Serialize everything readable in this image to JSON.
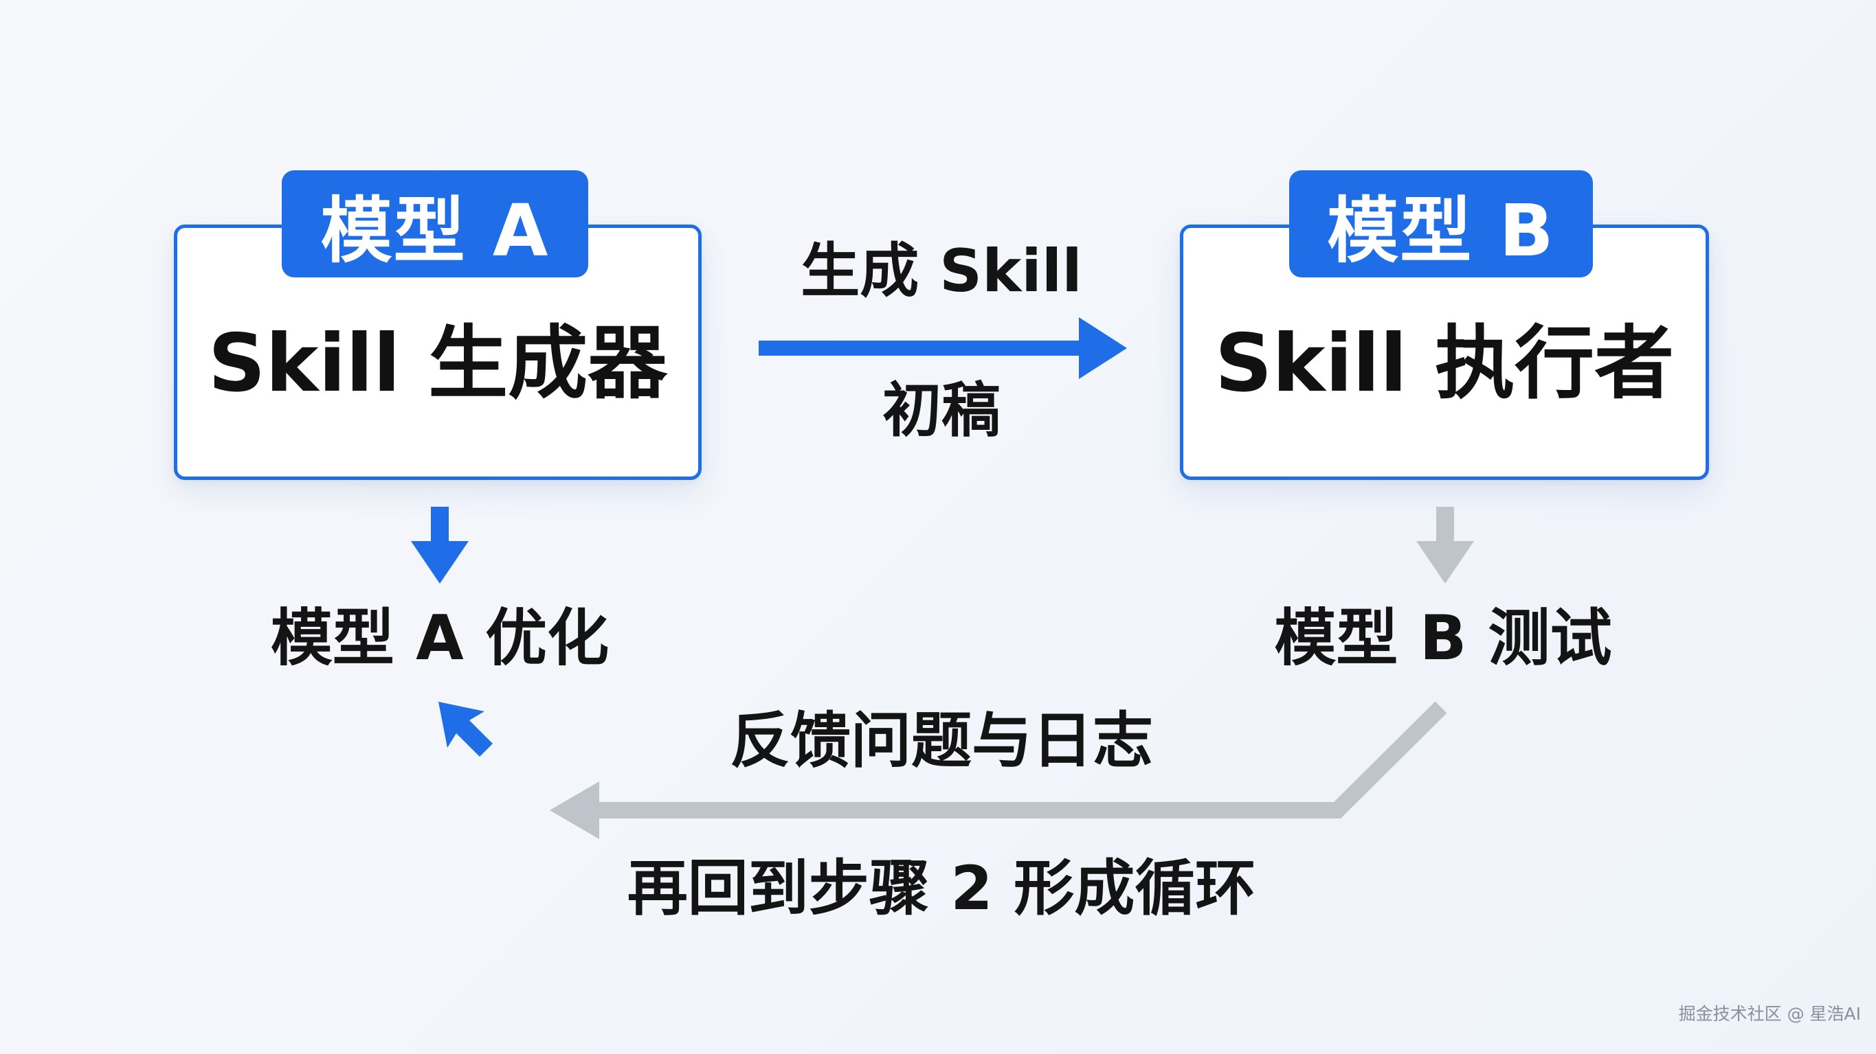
{
  "nodes": {
    "model_a": {
      "tag": "模型 A",
      "title": "Skill 生成器"
    },
    "model_b": {
      "tag": "模型 B",
      "title": "Skill 执行者"
    }
  },
  "edges": {
    "a_to_b": {
      "label_top": "生成 Skill",
      "label_bottom": "初稿"
    }
  },
  "steps": {
    "a_optimize": "模型 A 优化",
    "b_test": "模型 B 测试"
  },
  "feedback": {
    "label_top": "反馈问题与日志",
    "label_bottom": "再回到步骤 2 形成循环"
  },
  "colors": {
    "accent": "#1f6ee8",
    "neutral_arrow": "#bfc4cb",
    "text": "#141414"
  },
  "watermark": "掘金技术社区 @ 星浩AI"
}
